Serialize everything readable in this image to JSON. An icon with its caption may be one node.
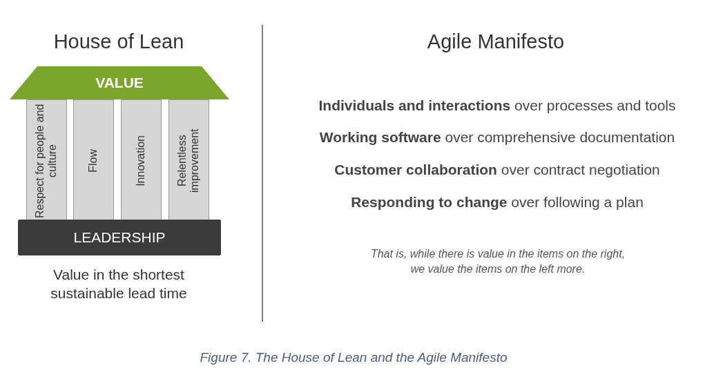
{
  "diagram": {
    "caption": "Figure 7. The House of Lean and the Agile Manifesto",
    "nodes": [
      {
        "text": [
          "VALUE"
        ]
      },
      {
        "text": [
          "Respect for people and culture"
        ]
      },
      {
        "text": [
          "Flow"
        ]
      },
      {
        "text": [
          "Innovation"
        ]
      },
      {
        "text": [
          "Relentless improvement"
        ]
      },
      {
        "text": [
          "LEADERSHIP"
        ]
      }
    ],
    "labels": [
      "House of Lean",
      "Agile Manifesto",
      "Value in the shortest sustainable lead time",
      "**Individuals and interactions** over processes and tools",
      "**Working software** over comprehensive documentation",
      "**Customer collaboration** over contract negotiation",
      "**Responding to change** over following a plan",
      "That is, while there is value in the items on the right, we value the items on the left more."
    ]
  }
}
